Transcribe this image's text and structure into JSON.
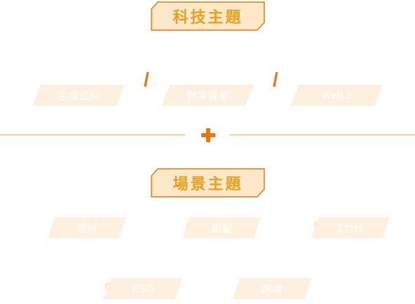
{
  "colors": {
    "accent": "#e07a10",
    "header_text": "#e8a020",
    "header_fill": "#fde9c9",
    "tag_bg": "#fdf0de"
  },
  "tech": {
    "title": "科技主題",
    "tags": [
      "生成式AI",
      "數字資產",
      "Web 3"
    ],
    "separator": "/"
  },
  "scene": {
    "title": "場景主題",
    "tags": [
      "理財",
      "銀髮",
      "Z世代",
      "ESG",
      "跨境"
    ]
  },
  "divider": {
    "icon": "plus-icon"
  }
}
